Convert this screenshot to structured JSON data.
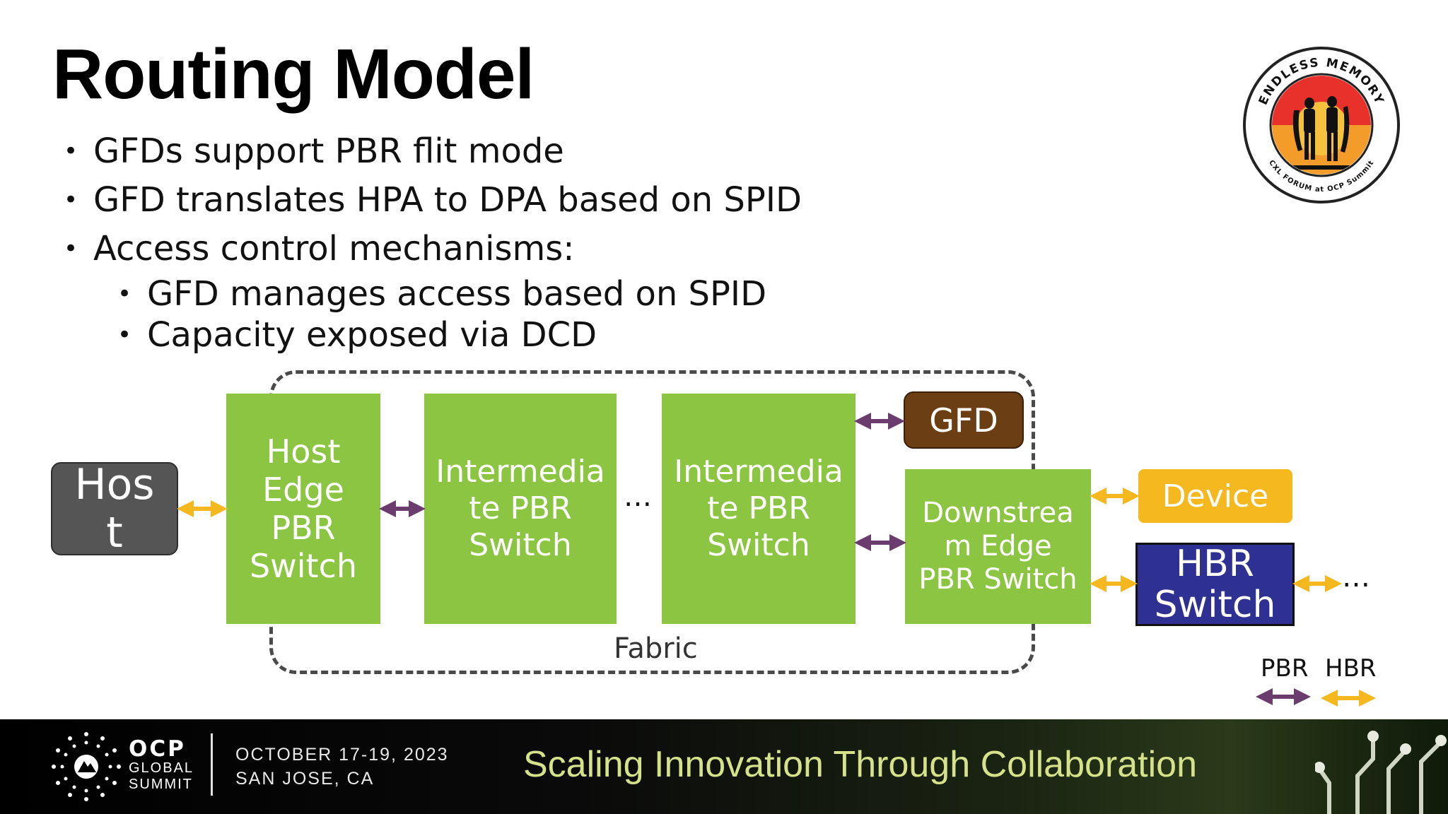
{
  "slide": {
    "title": "Routing Model",
    "bullets": [
      {
        "text": "GFDs support PBR flit mode",
        "level": 1
      },
      {
        "text": "GFD translates HPA to DPA based on SPID",
        "level": 1
      },
      {
        "text": "Access control mechanisms:",
        "level": 1
      },
      {
        "text": "GFD manages access based on SPID",
        "level": 2
      },
      {
        "text": "Capacity exposed via DCD",
        "level": 2
      }
    ]
  },
  "badge": {
    "top_text": "ENDLESS MEMORY",
    "bottom_text": "CXL FORUM at OCP Summit"
  },
  "diagram": {
    "fabric_label": "Fabric",
    "nodes": {
      "host": "Hos\nt",
      "host_edge": "Host\nEdge\nPBR\nSwitch",
      "intermediate_1": "Intermedia\nte PBR\nSwitch",
      "intermediate_2": "Intermedia\nte PBR\nSwitch",
      "gfd": "GFD",
      "downstream_edge": "Downstrea\nm Edge\nPBR Switch",
      "device": "Device",
      "hbr_switch": "HBR\nSwitch"
    },
    "ellipsis": "…",
    "legend": {
      "pbr": "PBR",
      "hbr": "HBR"
    },
    "colors": {
      "pbr_link": "#6b3d6e",
      "hbr_link": "#f5b81e",
      "switch_green": "#8bc541",
      "gfd_brown": "#6b3e14",
      "hbr_blue": "#2e3192",
      "host_grey": "#555555"
    }
  },
  "footer": {
    "org_big": "OCP",
    "org_line2": "GLOBAL",
    "org_line3": "SUMMIT",
    "date_line1": "OCTOBER 17-19, 2023",
    "date_line2": "SAN JOSE, CA",
    "tagline": "Scaling Innovation Through Collaboration"
  }
}
